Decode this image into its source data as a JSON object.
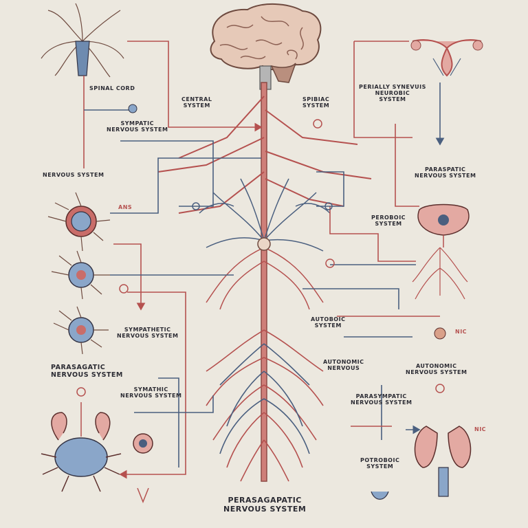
{
  "colors": {
    "background": "#ece8df",
    "nerve_red": "#b5514f",
    "nerve_blue": "#4a5f7f",
    "tissue_pink": "#e3a9a2",
    "ink": "#2b2b33"
  },
  "labels": {
    "spinal_cord": "SPINAL CORD",
    "central_system_1": "CENTRAL",
    "central_system_2": "SYSTEM",
    "spibiac_1": "SPIBIAC",
    "spibiac_2": "SYSTEM",
    "perially_1": "PERIALLY SYNEVUIS",
    "perially_2": "NEUROBIC",
    "perially_3": "SYSTEM",
    "sympatic_1": "SYMPATIC",
    "sympatic_2": "NERVOUS SYSTEM",
    "nervous_system": "NERVOUS SYSTEM",
    "parasympatic_right_1": "PARASPATIC",
    "parasympatic_right_2": "NERVOUS SYSTEM",
    "ans_tag": "ANS",
    "peroboic_1": "PEROBOIC",
    "peroboic_2": "SYSTEM",
    "autoboic_1": "AUTOBOIC",
    "autoboic_2": "SYSTEM",
    "sympathetic_left_1": "SYMPATHETIC",
    "sympathetic_left_2": "NERVOUS SYSTEM",
    "parasagatic_left_1": "PARASAGATIC",
    "parasagatic_left_2": "NERVOUS SYSTEM",
    "autonomic_mid_1": "AUTONOMIC",
    "autonomic_mid_2": "NERVOUS",
    "nic_tag_1": "NIC",
    "autonomic_right_1": "AUTONOMIC",
    "autonomic_right_2": "NERVOUS SYSTEM",
    "symathic_1": "SYMATHIC",
    "symathic_2": "NERVOUS SYSTEM",
    "parasympatic_mid_1": "PARASYMPATIC",
    "parasympatic_mid_2": "NERVOUS SYSTEM",
    "nic_tag_2": "NIC",
    "potroboic_1": "POTROBOIC",
    "potroboic_2": "SYSTEM",
    "bottom_1": "PERASAGAPATIC",
    "bottom_2": "NERVOUS SYSTEM"
  }
}
